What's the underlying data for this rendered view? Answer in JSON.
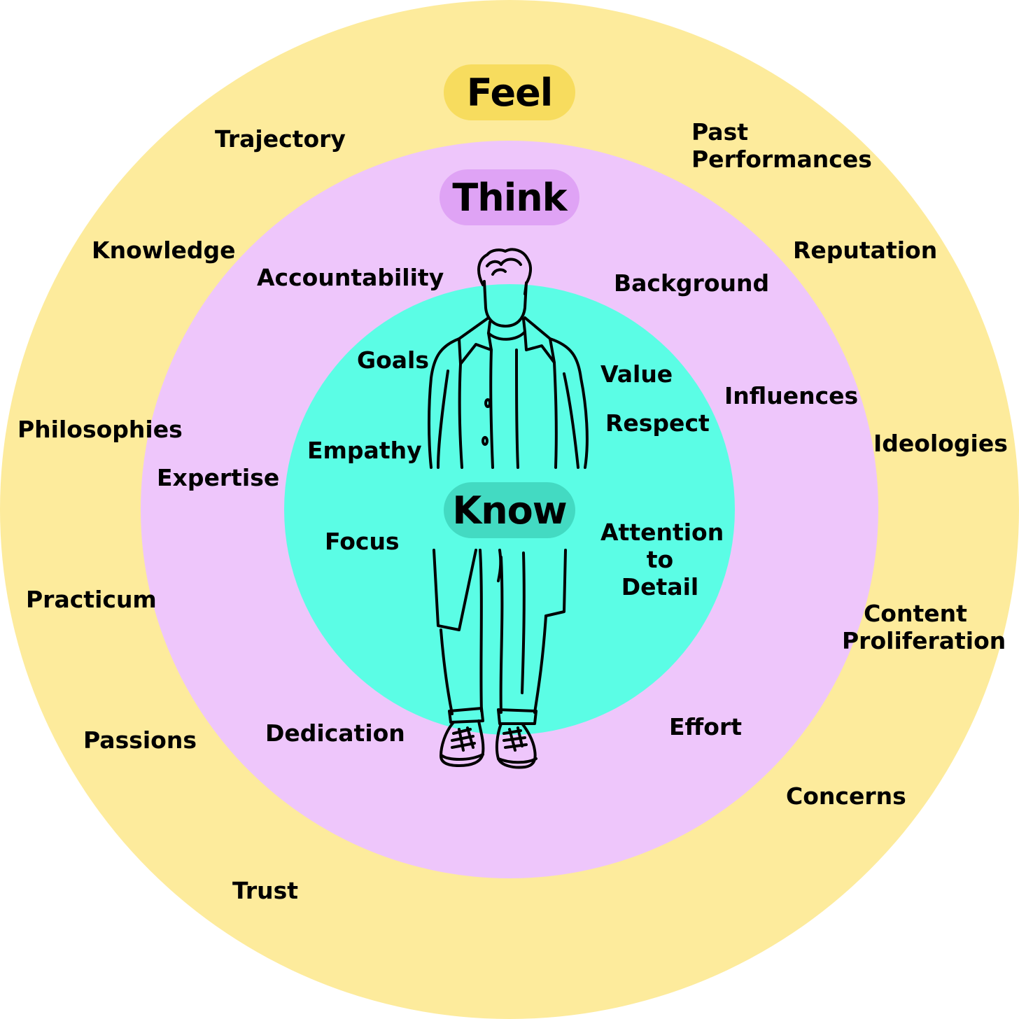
{
  "colors": {
    "feel_ring": "#fdeb9c",
    "think_ring": "#eec6fb",
    "know_ring": "#5bfde5",
    "feel_pill": "#f7dc5e",
    "think_pill": "#dfa3f5",
    "know_pill": "#43dac2",
    "text": "#000000"
  },
  "rings": {
    "feel": {
      "title": "Feel"
    },
    "think": {
      "title": "Think"
    },
    "know": {
      "title": "Know"
    }
  },
  "labels": {
    "trajectory": "Trajectory",
    "past_performances": "Past\nPerformances",
    "knowledge": "Knowledge",
    "reputation": "Reputation",
    "philosophies": "Philosophies",
    "ideologies": "Ideologies",
    "practicum": "Practicum",
    "content_proliferation": "Content\nProliferation",
    "passions": "Passions",
    "concerns": "Concerns",
    "trust": "Trust",
    "accountability": "Accountability",
    "background": "Background",
    "influences": "Influences",
    "expertise": "Expertise",
    "dedication": "Dedication",
    "effort": "Effort",
    "goals": "Goals",
    "value": "Value",
    "respect": "Respect",
    "empathy": "Empathy",
    "focus": "Focus",
    "attention_to_detail": "Attention\nto\nDetail"
  },
  "figure": {
    "icon": "standing-person-outline-icon"
  }
}
